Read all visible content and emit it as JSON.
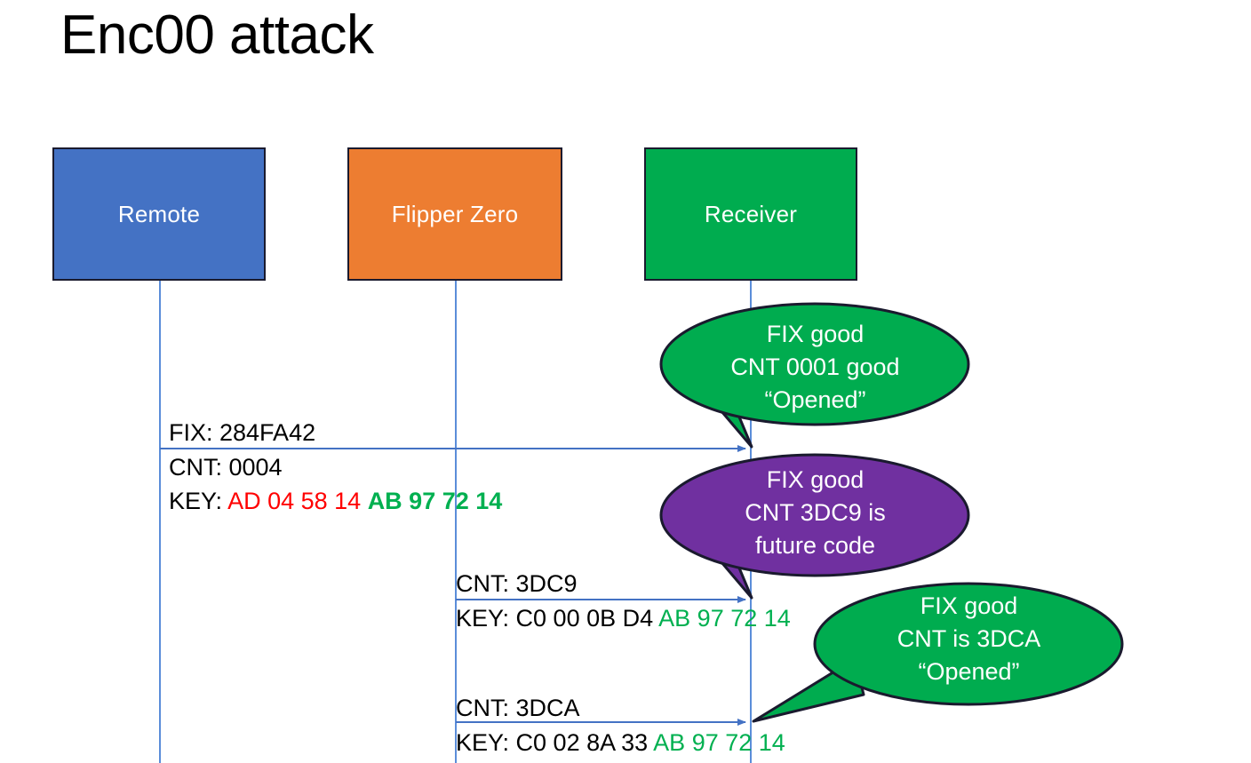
{
  "slide": {
    "title": "Enc00 attack",
    "colors": {
      "remote": "#4472C4",
      "flipper": "#ED7D31",
      "receiver": "#00AC4F",
      "bubble_good": "#00AC4F",
      "bubble_future": "#7030A0",
      "lifeline": "#5B8DD9",
      "hex_red": "#FF0000",
      "hex_green": "#00B050",
      "outline": "#1A1A2E"
    }
  },
  "actors": [
    {
      "id": "remote",
      "label": "Remote"
    },
    {
      "id": "flipper",
      "label": "Flipper Zero"
    },
    {
      "id": "receiver",
      "label": "Receiver"
    }
  ],
  "messages": [
    {
      "id": "msg1",
      "from": "remote",
      "to": "receiver",
      "fix_line": "FIX: 284FA42",
      "cnt_line": "CNT: 0004",
      "key_prefix": "KEY: ",
      "key_red": "AD 04 58 14 ",
      "key_green": "AB 97 72 14"
    },
    {
      "id": "msg2",
      "from": "flipper",
      "to": "receiver",
      "cnt_line": "CNT: 3DC9",
      "key_prefix": "KEY: C0 00 0B D4 ",
      "key_green": "AB 97 72 14"
    },
    {
      "id": "msg3",
      "from": "flipper",
      "to": "receiver",
      "cnt_line": "CNT: 3DCA",
      "key_prefix": "KEY: C0 02 8A 33 ",
      "key_green": "AB 97 72 14"
    }
  ],
  "bubbles": [
    {
      "id": "bubble1",
      "fill": "#00AC4F",
      "line1": "FIX good",
      "line2": "CNT 0001 good",
      "line3": "“Opened”"
    },
    {
      "id": "bubble2",
      "fill": "#7030A0",
      "line1": "FIX good",
      "line2": "CNT 3DC9 is",
      "line3": "future code"
    },
    {
      "id": "bubble3",
      "fill": "#00AC4F",
      "line1": "FIX good",
      "line2": "CNT is 3DCA",
      "line3": "“Opened”"
    }
  ]
}
